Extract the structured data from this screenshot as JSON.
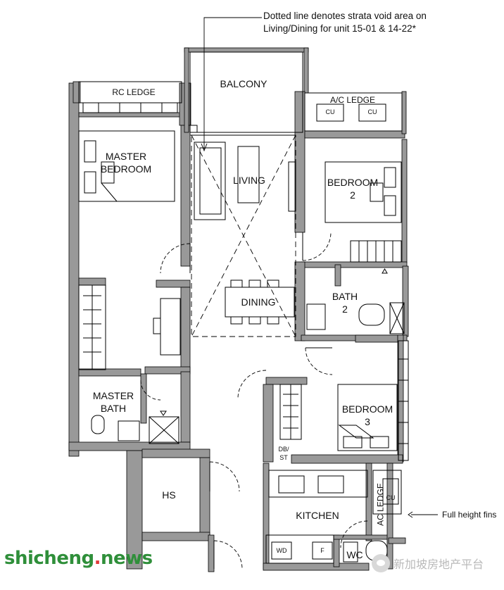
{
  "note": {
    "line1": "Dotted line denotes strata void area on",
    "line2": "Living/Dining for unit 15-01 & 14-22*"
  },
  "rooms": {
    "rc_ledge": "RC LEDGE",
    "balcony": "BALCONY",
    "ac_ledge_top": "A/C LEDGE",
    "cu_1": "CU",
    "cu_2": "CU",
    "master_bedroom_1": "MASTER",
    "master_bedroom_2": "BEDROOM",
    "living": "LIVING",
    "bedroom2_1": "BEDROOM",
    "bedroom2_2": "2",
    "bath2_1": "BATH",
    "bath2_2": "2",
    "dining": "DINING",
    "master_bath_1": "MASTER",
    "master_bath_2": "BATH",
    "bedroom3_1": "BEDROOM",
    "bedroom3_2": "3",
    "db_1": "DB/",
    "db_2": "ST",
    "hs": "HS",
    "kitchen": "KITCHEN",
    "ac_ledge_side": "AC LEDGE",
    "cu_3": "CU",
    "wd": "WD",
    "f": "F",
    "wc": "WC"
  },
  "full_height_fins": "Full height fins",
  "watermark_site": {
    "name": "shicheng",
    "tld": "news"
  },
  "watermark_wechat": "新加坡房地产平台",
  "colors": {
    "wall": "#999999",
    "line": "#000000",
    "brand_green": "#2f8f3a",
    "brand_red": "#e03a3a"
  }
}
